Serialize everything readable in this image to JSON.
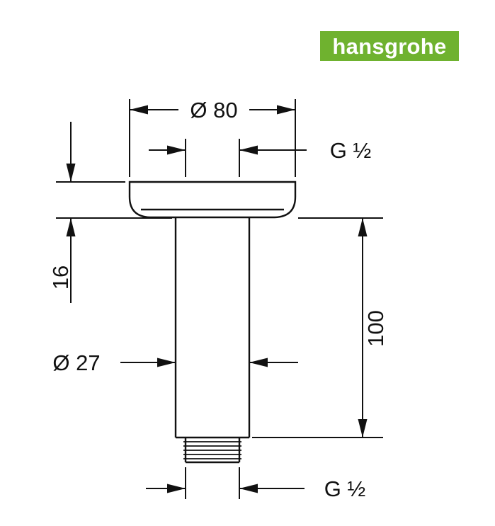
{
  "page": {
    "background": "#ffffff"
  },
  "logo": {
    "text": "hansgrohe",
    "background_color": "#6fb22f",
    "text_color": "#ffffff"
  },
  "drawing": {
    "type": "technical-dimension-drawing",
    "line_color": "#111111",
    "labels": {
      "top_diameter": "Ø 80",
      "top_thread": "G ½",
      "flange_height": "16",
      "pipe_length": "100",
      "pipe_diameter": "Ø 27",
      "bottom_thread": "G ½"
    }
  }
}
